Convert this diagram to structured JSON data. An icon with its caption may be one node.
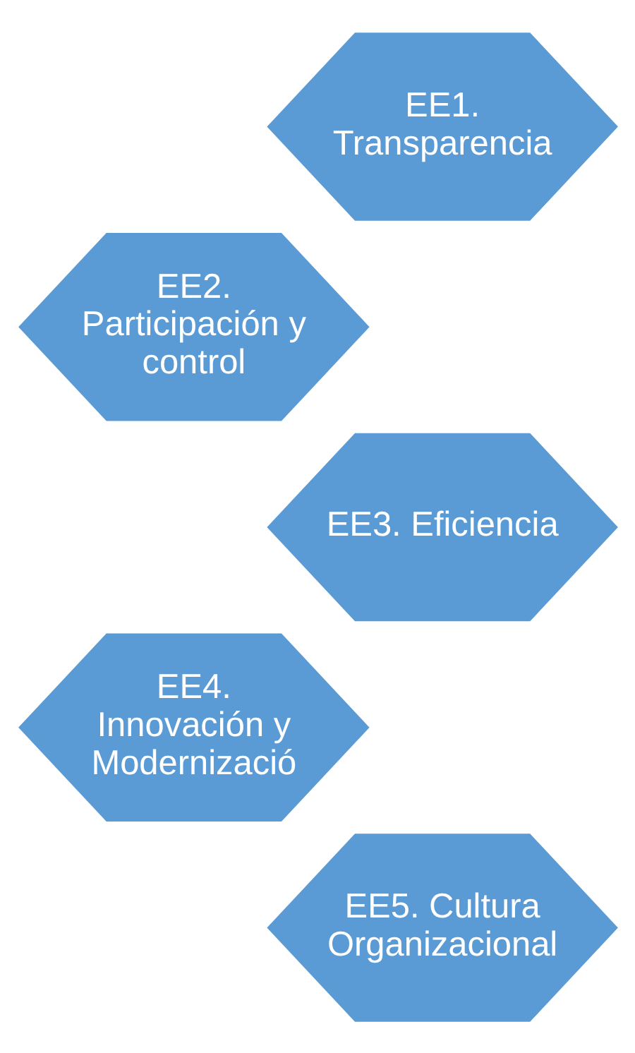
{
  "diagram": {
    "nodes": [
      {
        "text": [
          "EE1.",
          "Transparencia"
        ]
      },
      {
        "text": [
          "EE2.",
          "Participación y control"
        ]
      },
      {
        "text": [
          "EE3. Eficiencia"
        ]
      },
      {
        "text": [
          "EE4.",
          "Innovación y Modernizació"
        ]
      },
      {
        "text": [
          "EE5. Cultura Organizacional"
        ]
      }
    ],
    "edges": []
  }
}
